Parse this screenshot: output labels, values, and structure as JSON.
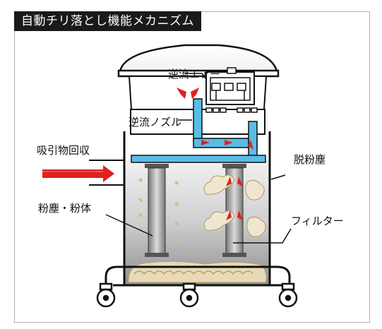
{
  "title": "自動チリ落とし機能メカニズム",
  "labels": {
    "reverse_air": "逆流エアー",
    "reverse_nozzle": "逆流ノズル",
    "suction": "吸引物回収",
    "dust_removal": "脱粉塵",
    "dust_powder": "粉塵・粉体",
    "filter": "フィルター"
  },
  "colors": {
    "title_bg": "#1a1a1a",
    "frame": "#b0b0b0",
    "pipe": "#58bde6",
    "arrow_red": "#e02020",
    "dust": "#e8d9b8"
  }
}
